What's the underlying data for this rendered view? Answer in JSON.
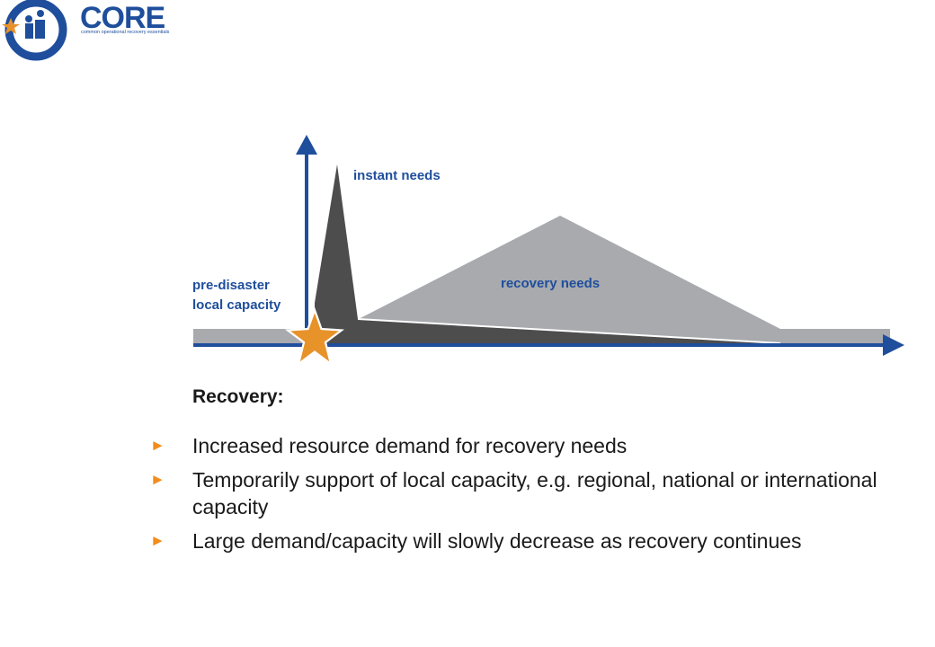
{
  "logo": {
    "word": "CORE",
    "subtitle": "common operational recovery essentials",
    "badge_text": [
      "common",
      "operational",
      "recovery",
      "essentials"
    ]
  },
  "diagram": {
    "labels": {
      "instant_needs": "instant needs",
      "pre_disaster_line1": "pre-disaster",
      "pre_disaster_line2": "local capacity",
      "recovery_needs": "recovery needs"
    },
    "colors": {
      "axis": "#1f4e9c",
      "label": "#1f4e9c",
      "instant_needs_fill": "#4d4d4d",
      "recovery_needs_fill": "#a8aaae",
      "baseline_fill": "#a8aaae",
      "star": "#e8922a"
    }
  },
  "content": {
    "heading": "Recovery:",
    "bullets": [
      "Increased resource demand for recovery needs",
      "Temporarily support of local capacity, e.g. regional, national or international capacity",
      "Large demand/capacity will slowly decrease as recovery continues"
    ],
    "bullet_marker": "►"
  }
}
